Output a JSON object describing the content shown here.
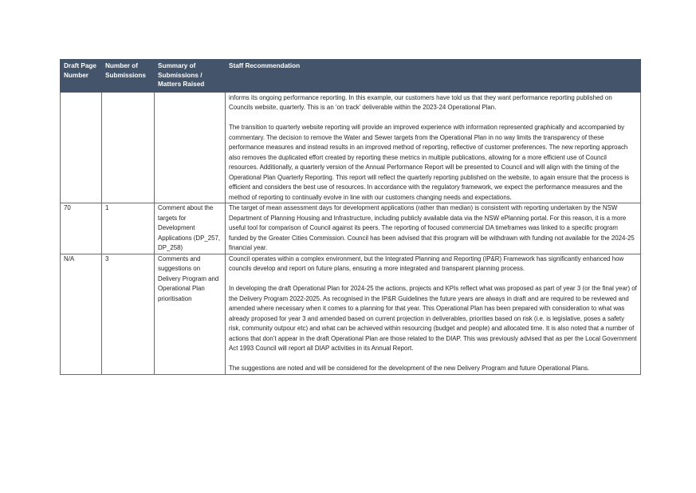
{
  "table": {
    "headers": [
      "Draft Page Number",
      "Number of Submissions",
      "Summary of Submissions / Matters Raised",
      "Staff Recommendation"
    ],
    "rows": [
      {
        "page": "",
        "submissions": "",
        "summary": "",
        "paragraphs": [
          "informs its ongoing performance reporting. In this example, our customers have told us that they want performance reporting published on Councils website, quarterly. This is an ‘on track’ deliverable within the 2023-24 Operational Plan.",
          "The transition to quarterly website reporting will provide an improved experience with information represented graphically and accompanied by commentary. The decision to remove the Water and Sewer targets from the Operational Plan in no way limits the transparency of these performance measures and instead results in an improved method of reporting, reflective of customer preferences. The new reporting approach also removes the duplicated effort created by reporting these metrics in multiple publications, allowing for a more efficient use of Council resources. Additionally, a quarterly version of the Annual Performance Report will be presented to Council and will align with the timing of the Operational Plan Quarterly Reporting. This report will reflect the quarterly reporting published on the website, to again ensure that the process is efficient and considers the best use of resources. In accordance with the regulatory framework, we expect the performance measures and the method of reporting to continually evolve in line with our customers changing needs and expectations."
        ]
      },
      {
        "page": "70",
        "submissions": "1",
        "summary": "Comment about the targets for Development Applications (DP_257, DP_258)",
        "paragraphs": [
          "The target of mean assessment days for development applications (rather than median) is consistent with reporting undertaken by the NSW Department of Planning Housing and Infrastructure, including publicly available data via the NSW ePlanning portal. For this reason, it is a more useful tool for comparison of Council against its peers. The reporting of focused commercial DA timeframes was linked to a specific program funded by the Greater Cities Commission. Council has been advised that this program will be withdrawn with funding not available for the 2024-25 financial year."
        ]
      },
      {
        "page": "N/A",
        "submissions": "3",
        "summary": "Comments and suggestions on Delivery Program and Operational Plan prioritisation",
        "paragraphs": [
          "Council operates within a complex environment, but the Integrated Planning and Reporting (IP&R) Framework has significantly enhanced how councils develop and report on future plans, ensuring a more integrated and transparent planning process.",
          "In developing the draft Operational Plan for 2024-25 the actions, projects and KPIs reflect what was proposed as part of year 3 (or the final year) of the Delivery Program 2022-2025. As recognised in the IP&R Guidelines the future years are always in draft and are required to be reviewed and amended where necessary when it comes to a planning for that year. This Operational Plan has been prepared with consideration to what was already proposed for year 3 and amended based on current projection in deliverables, priorities based on risk (i.e. is legislative, poses a safety risk, community outpour etc) and what can be achieved within resourcing (budget and people) and allocated time. It is also noted that a number of actions that don’t appear in the draft Operational Plan are those related to the DIAP. This was previously advised that as per the Local Government Act 1993 Council will report all DIAP activities in its Annual Report.",
          "The suggestions are noted and will be considered for the development of the new Delivery Program and future Operational Plans."
        ]
      }
    ]
  }
}
